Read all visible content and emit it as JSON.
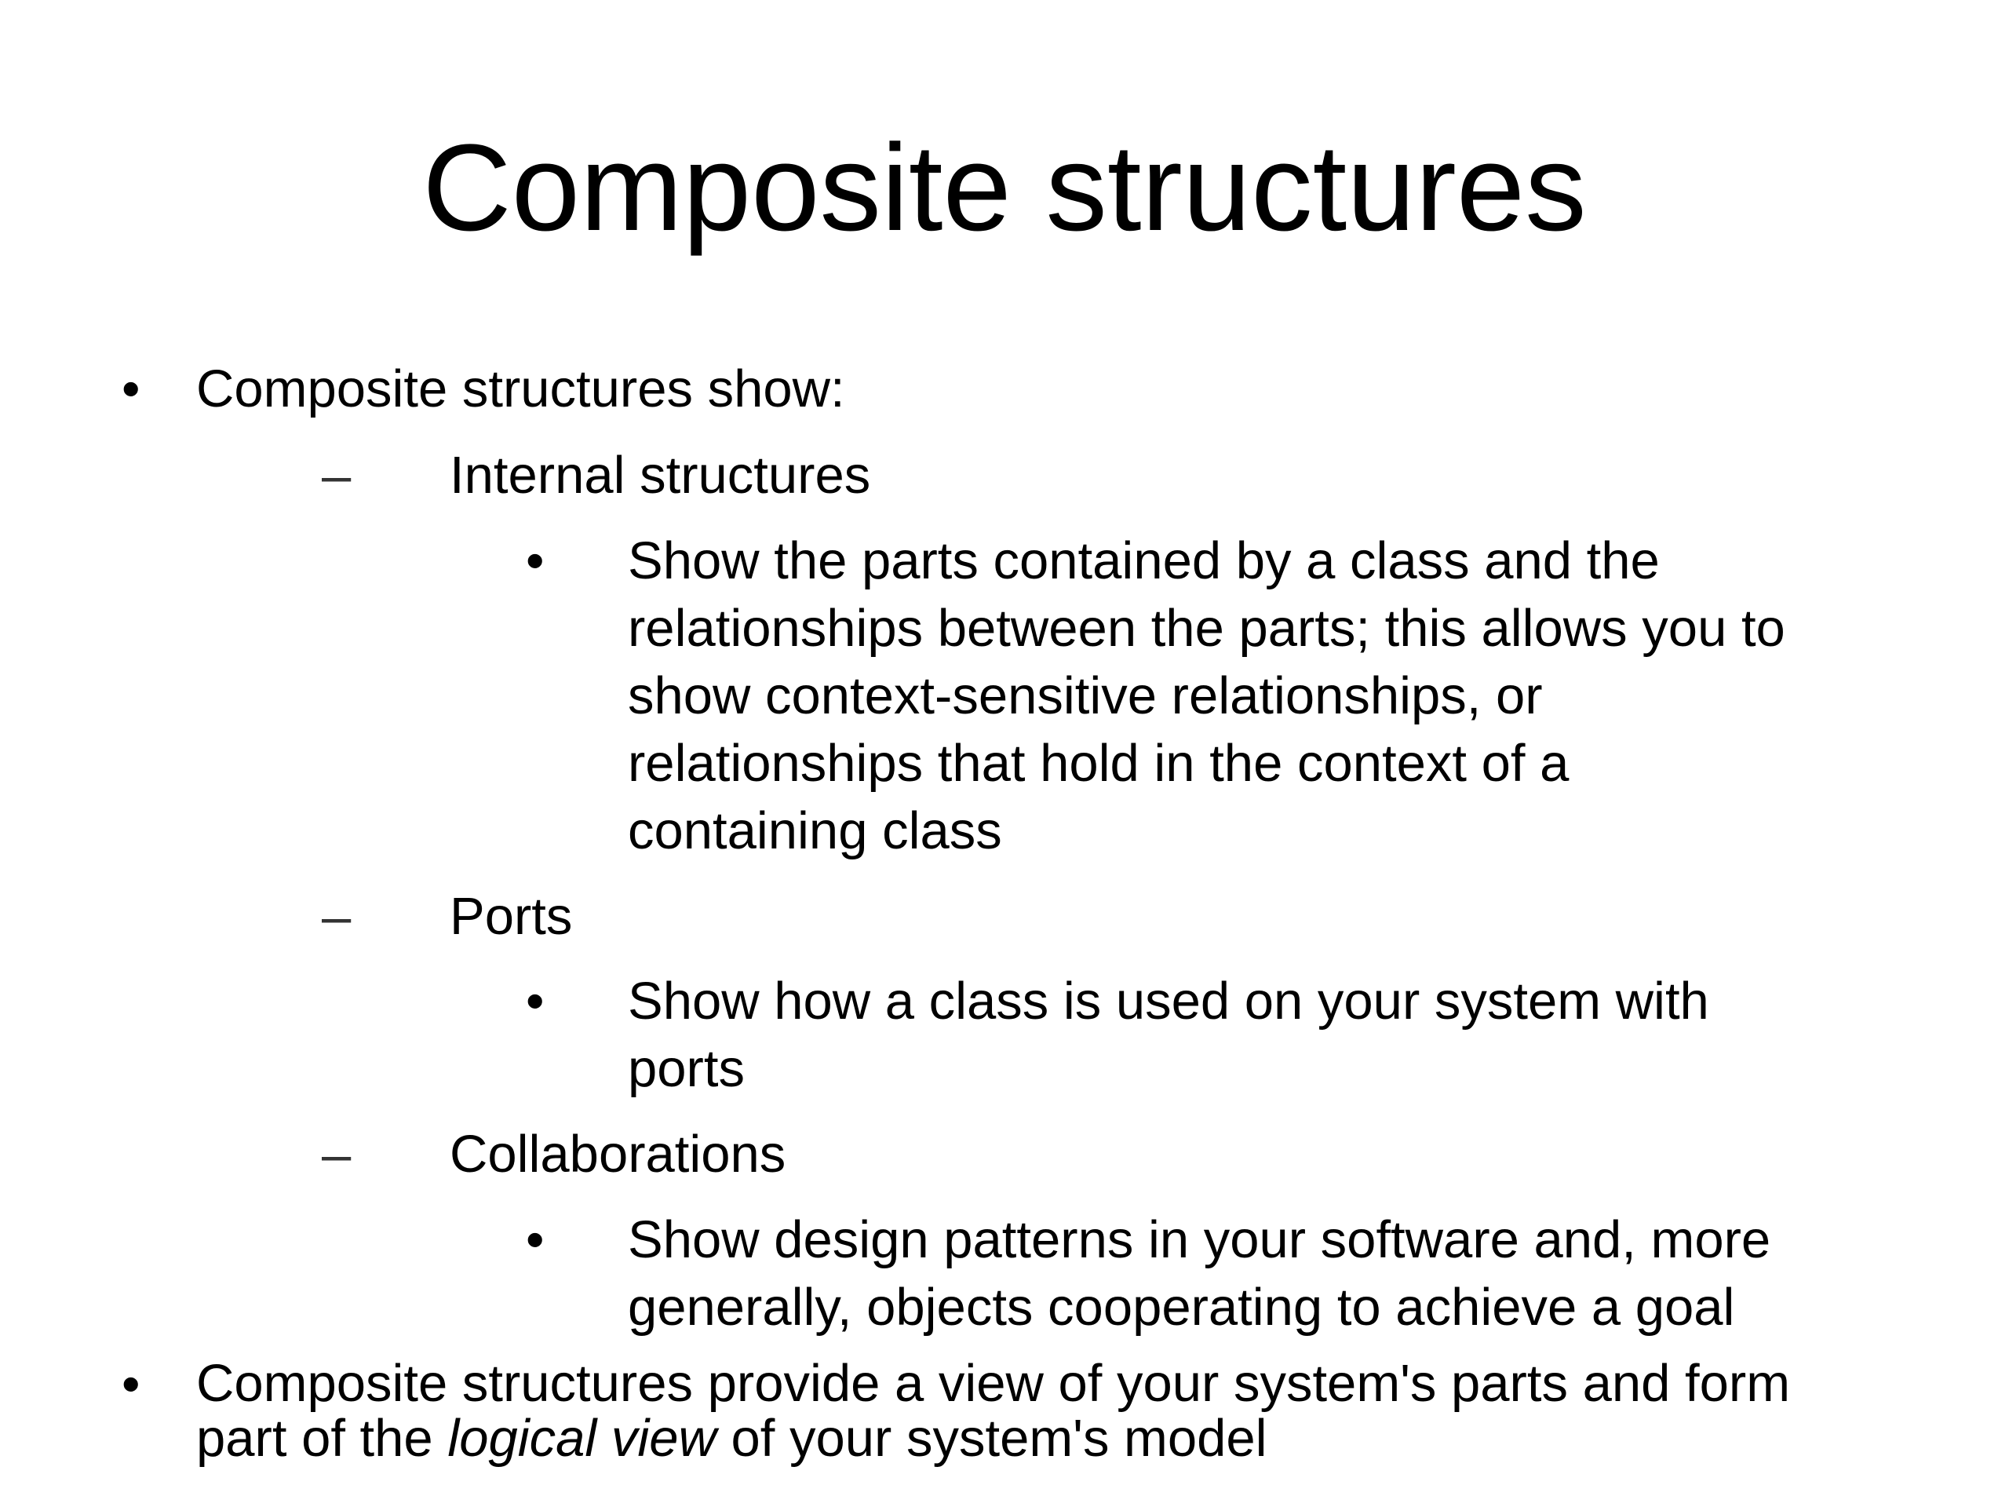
{
  "slide": {
    "title": "Composite structures",
    "bullet_symbol": "•",
    "dash_symbol": "–",
    "item1": {
      "text": "Composite structures show:"
    },
    "sub_internal": {
      "label": "Internal structures",
      "detail_lines": [
        "Show the parts contained by a class and the",
        "relationships between the parts; this allows you to",
        "show context-sensitive relationships, or",
        "relationships that hold in the context of a",
        "containing class"
      ]
    },
    "sub_ports": {
      "label": "Ports",
      "detail_lines": [
        "Show how a class is used on your system with",
        "ports"
      ]
    },
    "sub_collab": {
      "label": "Collaborations",
      "detail_lines": [
        "Show design patterns in your software and, more",
        "generally, objects cooperating to achieve a goal"
      ]
    },
    "item2": {
      "line1": "Composite structures provide a view of your system's parts and form",
      "line2_before": "part of the ",
      "line2_italic": "logical view",
      "line2_after": " of your system's model"
    }
  }
}
